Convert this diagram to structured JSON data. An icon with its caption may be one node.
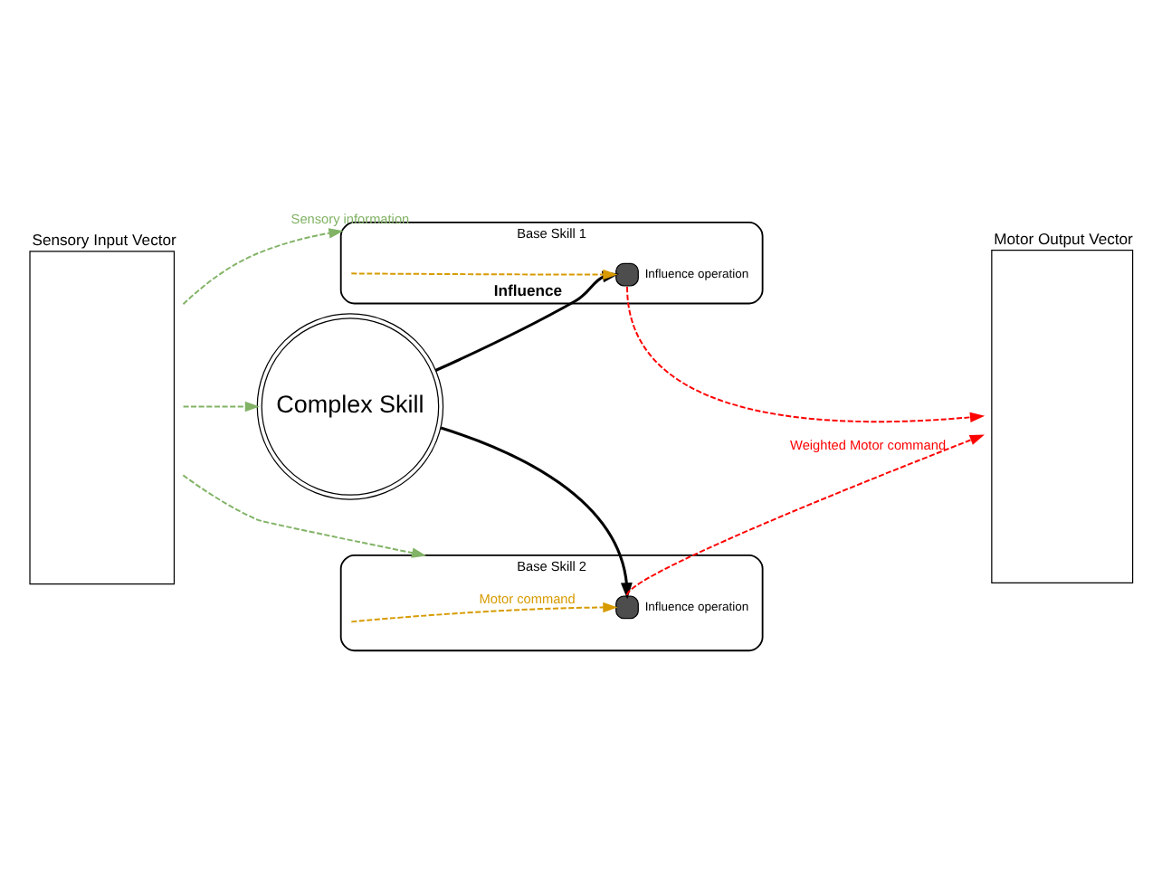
{
  "diagram": {
    "nodes": [
      {
        "text": [
          "Sensory Input Vector"
        ]
      },
      {
        "text": [
          "Motor Output Vector"
        ]
      },
      {
        "text": [
          "Complex Skill"
        ]
      },
      {
        "text": [
          "Base Skill 1"
        ]
      },
      {
        "text": [],
        "shape": "circle",
        "in": 3,
        "beside": [
          "Influence operation"
        ]
      },
      {
        "text": [
          "Base Skill 2"
        ]
      },
      {
        "text": [],
        "shape": "circle",
        "in": 5,
        "beside": [
          "Influence operation"
        ]
      }
    ],
    "edges": [
      {
        "from": 0,
        "to": 2,
        "arrow": "to",
        "style": "dashed",
        "color": "#82b366"
      },
      {
        "from": 2,
        "to": 4,
        "arrow": "to",
        "color": "#000000",
        "label": "Influence"
      },
      {
        "from": 2,
        "to": 6,
        "arrow": "to",
        "color": "#000000"
      },
      {
        "from": 0,
        "to": 3,
        "arrow": "to",
        "style": "dashed",
        "color": "#82b366",
        "label": "Sensory information"
      },
      {
        "from": 3,
        "to": 4,
        "arrow": "to",
        "style": "dashed",
        "color": "#d79b00"
      },
      {
        "from": 4,
        "to": 1,
        "arrow": "to",
        "style": "dashed",
        "color": "#ff0000"
      },
      {
        "from": 0,
        "to": 5,
        "arrow": "to",
        "style": "dashed",
        "color": "#82b366"
      },
      {
        "from": 5,
        "to": 6,
        "arrow": "to",
        "style": "dashed",
        "color": "#d79b00",
        "label": "Motor command"
      },
      {
        "from": 6,
        "to": 1,
        "arrow": "to",
        "style": "dashed",
        "color": "#ff0000",
        "label": "Weighted Motor command"
      }
    ]
  }
}
